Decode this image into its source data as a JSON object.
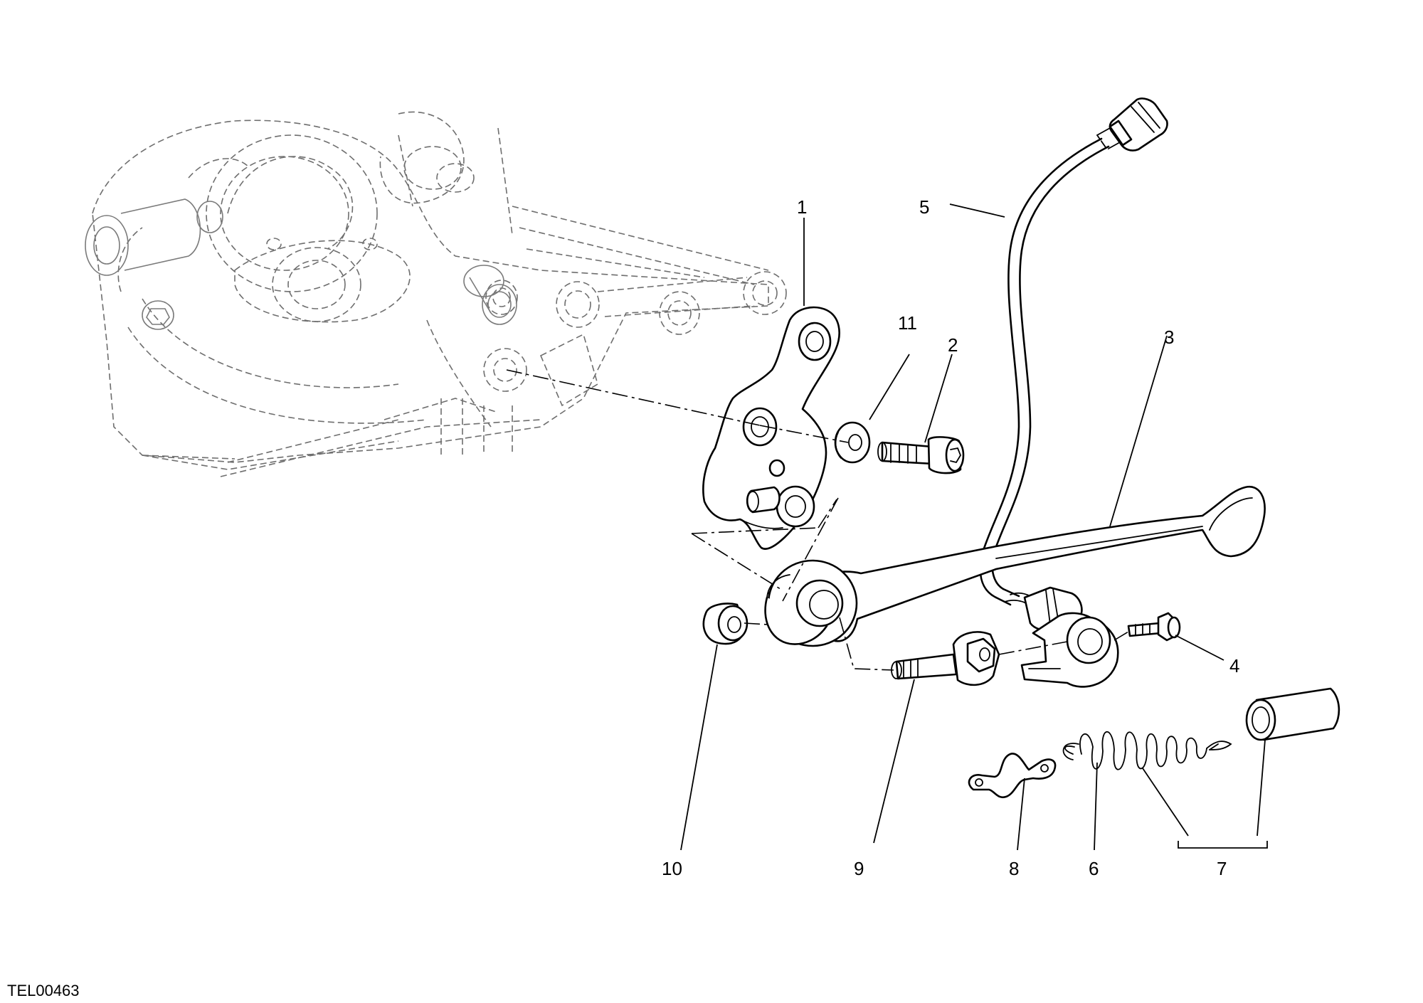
{
  "diagram_code": "TEL00463",
  "callouts": {
    "c1": "1",
    "c2": "2",
    "c3": "3",
    "c4": "4",
    "c5": "5",
    "c6": "6",
    "c7": "7",
    "c8": "8",
    "c9": "9",
    "c10": "10",
    "c11": "11"
  }
}
